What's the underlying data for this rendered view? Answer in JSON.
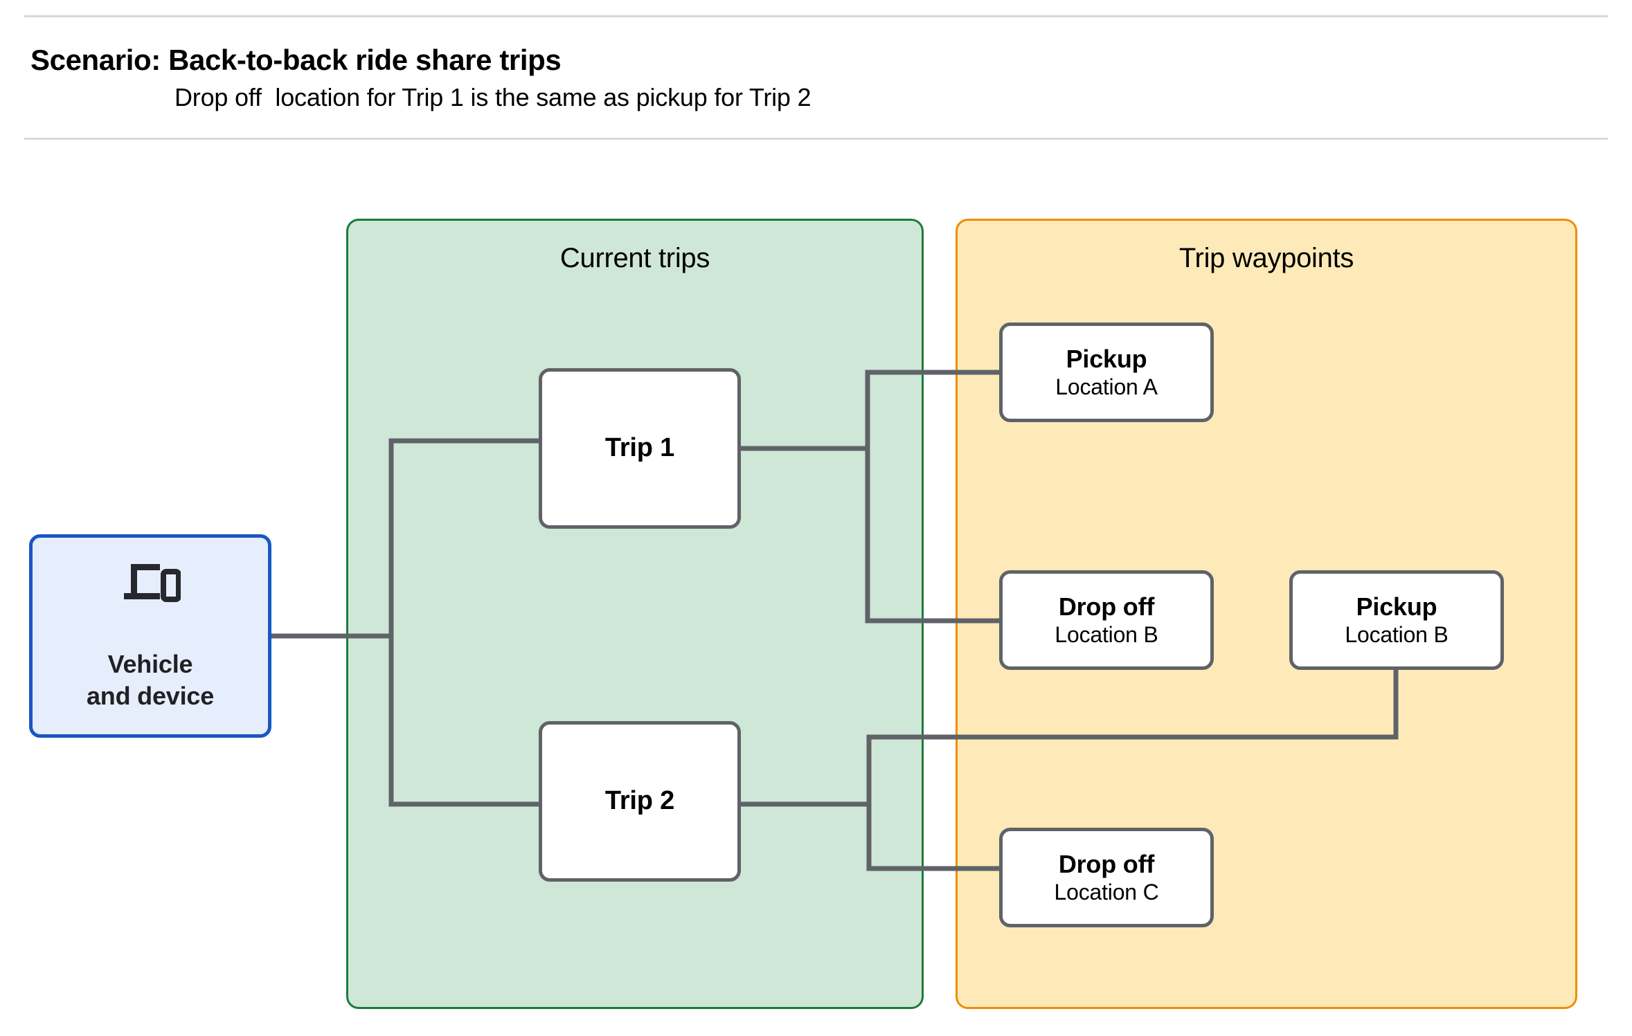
{
  "header": {
    "title": "Scenario: Back-to-back ride share trips",
    "subtitle": "Drop off  location for Trip 1 is the same as pickup for Trip 2"
  },
  "diagram": {
    "vehicle": {
      "label": "Vehicle\nand device",
      "icon": "devices-icon"
    },
    "groups": [
      {
        "id": "current-trips",
        "title": "Current trips",
        "fill": "#cee7d7",
        "stroke": "#1d7a3e"
      },
      {
        "id": "trip-waypoints",
        "title": "Trip waypoints",
        "fill": "#fdeab8",
        "stroke": "#f08c00"
      }
    ],
    "trips": [
      {
        "id": "trip-1",
        "label": "Trip 1"
      },
      {
        "id": "trip-2",
        "label": "Trip 2"
      }
    ],
    "waypoints": [
      {
        "id": "pickup-a",
        "type": "Pickup",
        "location": "Location A",
        "trip": "Trip 1"
      },
      {
        "id": "dropoff-b",
        "type": "Drop off",
        "location": "Location B",
        "trip": "Trip 1"
      },
      {
        "id": "pickup-b",
        "type": "Pickup",
        "location": "Location B",
        "trip": "Trip 2"
      },
      {
        "id": "dropoff-c",
        "type": "Drop off",
        "location": "Location C",
        "trip": "Trip 2"
      }
    ],
    "colors": {
      "connector": "#5f6368",
      "node_border": "#5f6368",
      "node_fill": "#ffffff",
      "vehicle_fill": "#e6edfc",
      "vehicle_border": "#1a56c4",
      "rule": "#d9d9d9",
      "text": "#000000"
    }
  }
}
